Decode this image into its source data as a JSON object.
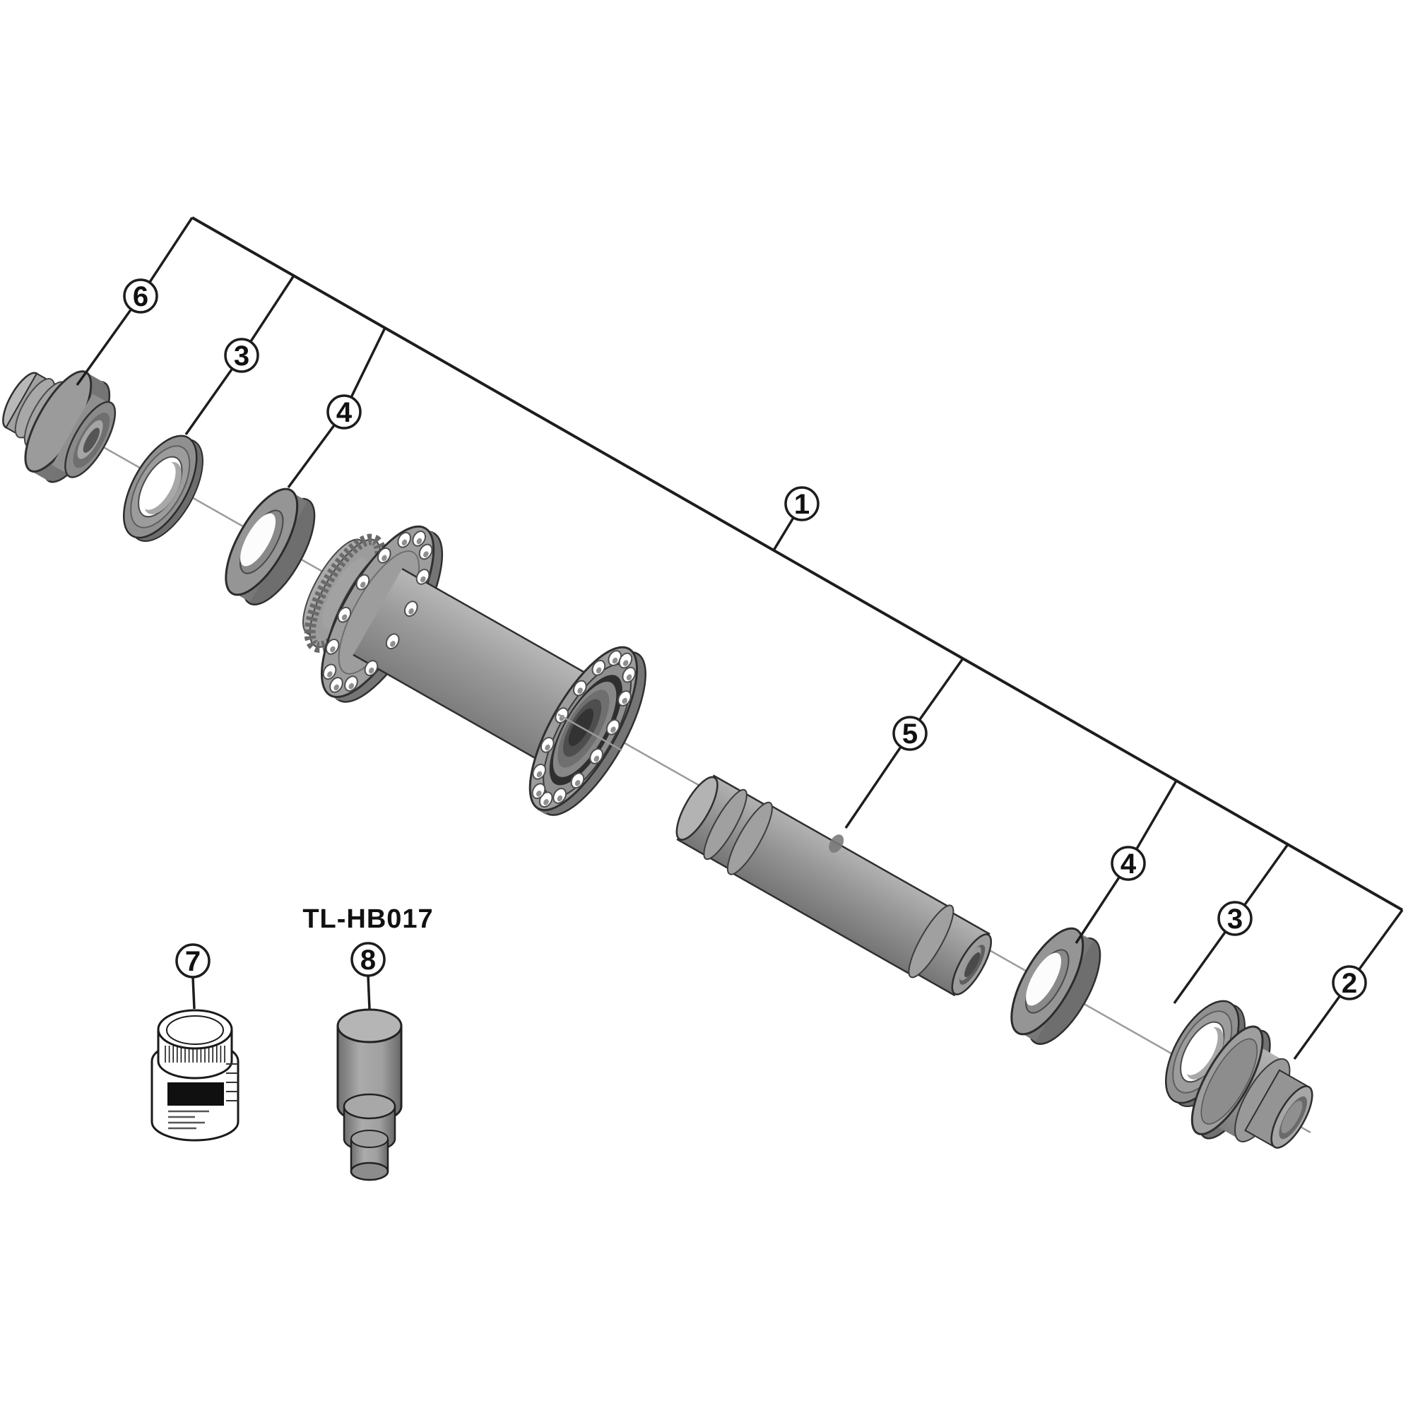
{
  "diagram": {
    "title_visible_text": "",
    "tool_label": "TL-HB017",
    "callouts": [
      {
        "number": "1",
        "target": "hub-assembly"
      },
      {
        "number": "6",
        "target": "end-cap-left"
      },
      {
        "number": "3",
        "target": "seal-ring-left"
      },
      {
        "number": "4",
        "target": "bearing-left"
      },
      {
        "number": "5",
        "target": "axle-unit"
      },
      {
        "number": "4",
        "target": "bearing-right"
      },
      {
        "number": "3",
        "target": "seal-ring-right"
      },
      {
        "number": "2",
        "target": "end-cap-right"
      },
      {
        "number": "7",
        "target": "grease-jar"
      },
      {
        "number": "8",
        "target": "tool-tl-hb017"
      }
    ],
    "colors": {
      "background": "#ffffff",
      "line": "#1d1d1d",
      "axis_line": "#9a9a9a",
      "part_mid_gray": "#9a9a9a",
      "part_dark_gray": "#6e6e6e",
      "part_light_gray": "#b5b5b5",
      "label_black": "#111111"
    }
  }
}
